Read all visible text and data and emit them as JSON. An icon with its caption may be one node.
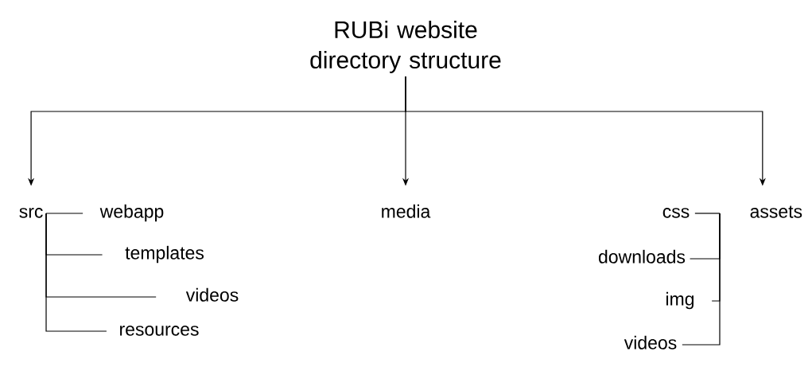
{
  "diagram": {
    "nodes": [
      {
        "text": [
          "RUBi website directory structure"
        ]
      },
      {
        "text": [
          "src"
        ]
      },
      {
        "text": [
          "webapp"
        ]
      },
      {
        "text": [
          "templates"
        ]
      },
      {
        "text": [
          "videos"
        ]
      },
      {
        "text": [
          "resources"
        ]
      },
      {
        "text": [
          "media"
        ]
      },
      {
        "text": [
          "css"
        ]
      },
      {
        "text": [
          "downloads"
        ]
      },
      {
        "text": [
          "img"
        ]
      },
      {
        "text": [
          "videos"
        ]
      },
      {
        "text": [
          "assets"
        ]
      }
    ],
    "edges": [
      {
        "from": 0,
        "to": 1,
        "arrow": "to"
      },
      {
        "from": 0,
        "to": 6,
        "arrow": "to"
      },
      {
        "from": 0,
        "to": 11,
        "arrow": "to"
      },
      {
        "from": 1,
        "to": 2,
        "arrow": "none"
      },
      {
        "from": 1,
        "to": 3,
        "arrow": "none"
      },
      {
        "from": 1,
        "to": 4,
        "arrow": "none"
      },
      {
        "from": 1,
        "to": 5,
        "arrow": "none"
      },
      {
        "from": 11,
        "to": 7,
        "arrow": "none"
      },
      {
        "from": 11,
        "to": 8,
        "arrow": "none"
      },
      {
        "from": 11,
        "to": 9,
        "arrow": "none"
      },
      {
        "from": 11,
        "to": 10,
        "arrow": "none"
      }
    ]
  }
}
